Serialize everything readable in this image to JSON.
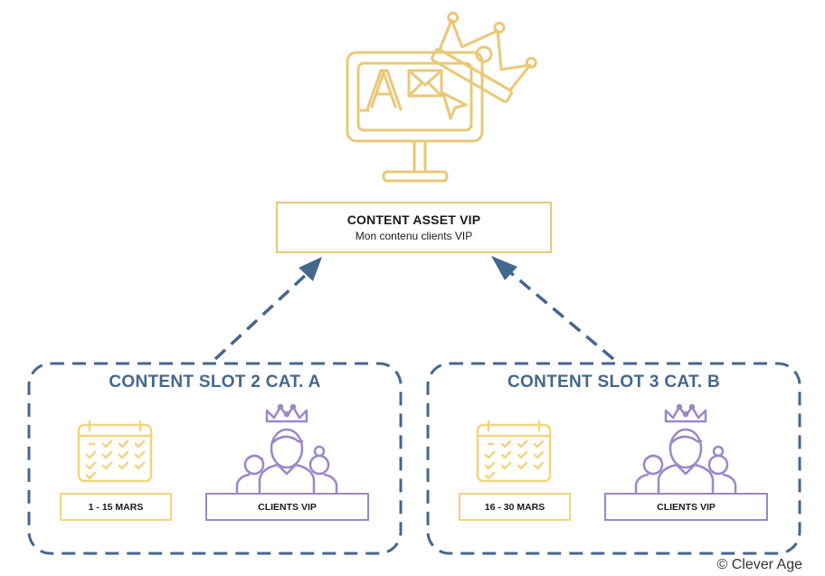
{
  "content_asset": {
    "title": "CONTENT ASSET VIP",
    "subtitle": "Mon contenu clients VIP"
  },
  "slots": [
    {
      "title": "CONTENT SLOT 2 CAT. A",
      "date_label": "1 - 15 MARS",
      "audience_label": "CLIENTS VIP"
    },
    {
      "title": "CONTENT SLOT 3 CAT. B",
      "date_label": "16 - 30 MARS",
      "audience_label": "CLIENTS VIP"
    }
  ],
  "copyright": "© Clever Age",
  "colors": {
    "gold": "#E9C877",
    "calendar_yellow": "#F1D57E",
    "purple": "#9C87C6",
    "slate_blue": "#44678C"
  }
}
